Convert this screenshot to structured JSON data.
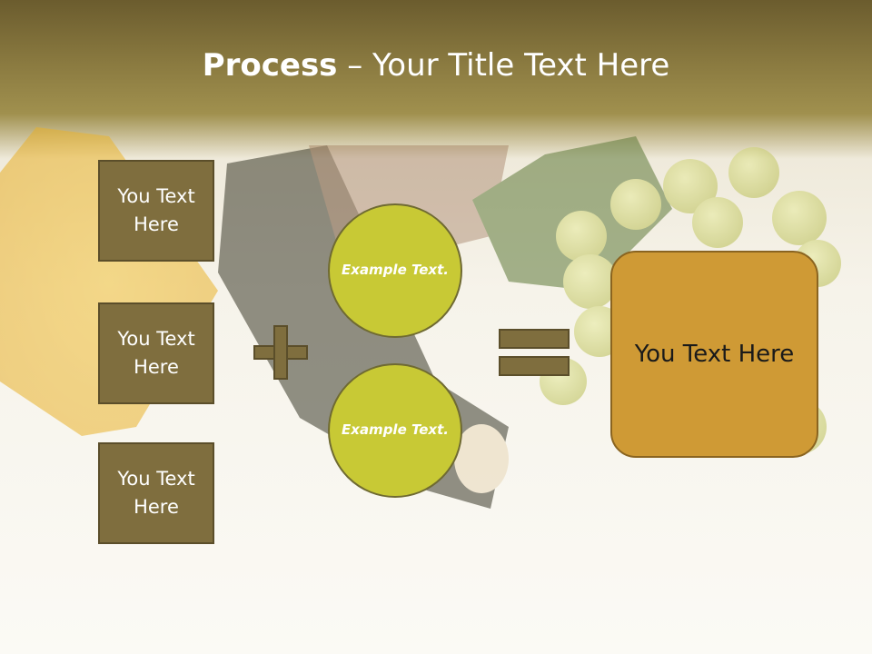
{
  "title": {
    "bold": "Process",
    "rest": " – Your Title Text Here"
  },
  "left_boxes": [
    {
      "label": "You Text Here"
    },
    {
      "label": "You Text Here"
    },
    {
      "label": "You Text Here"
    }
  ],
  "circles": [
    {
      "label": "Example Text."
    },
    {
      "label": "Example Text."
    }
  ],
  "result": {
    "label": "You Text Here"
  },
  "colors": {
    "box": "#7f6e3e",
    "circle": "#c8c935",
    "result": "#cf9a35",
    "header": "#7a6a35"
  },
  "icons": {
    "plus": "plus-icon",
    "equals": "equals-icon"
  }
}
